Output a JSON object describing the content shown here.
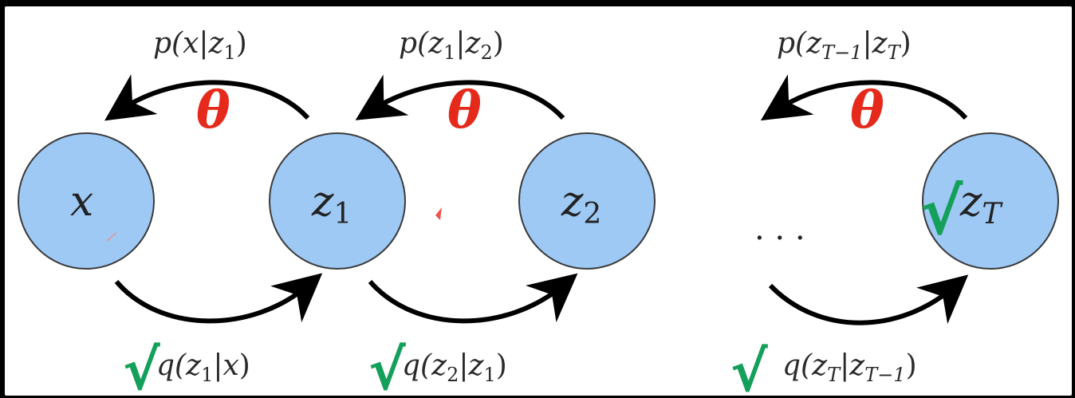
{
  "diagram": {
    "nodes": [
      {
        "id": "x",
        "label": "x",
        "sub": "",
        "checked": false
      },
      {
        "id": "z1",
        "label": "z",
        "sub": "1",
        "checked": false
      },
      {
        "id": "z2",
        "label": "z",
        "sub": "2",
        "checked": false
      },
      {
        "id": "zT",
        "label": "z",
        "sub": "T",
        "checked": true
      }
    ],
    "ellipsis": ". . .",
    "theta": "θ",
    "reverse": [
      {
        "p": "p(",
        "a": "x",
        "a_sub": "",
        "bar": "|",
        "b": "z",
        "b_sub": "1",
        "close": ")"
      },
      {
        "p": "p(",
        "a": "z",
        "a_sub": "1",
        "bar": "|",
        "b": "z",
        "b_sub": "2",
        "close": ")"
      },
      {
        "p": "p(",
        "a": "z",
        "a_sub": "T−1",
        "bar": "|",
        "b": "z",
        "b_sub": "T",
        "close": ")"
      }
    ],
    "forward": [
      {
        "q": "q(",
        "a": "z",
        "a_sub": "1",
        "bar": "|",
        "b": "x",
        "b_sub": "",
        "close": ")"
      },
      {
        "q": "q(",
        "a": "z",
        "a_sub": "2",
        "bar": "|",
        "b": "z",
        "b_sub": "1",
        "close": ")"
      },
      {
        "q": "q(",
        "a": "z",
        "a_sub": "T",
        "bar": "|",
        "b": "z",
        "b_sub": "T−1",
        "close": ")"
      }
    ],
    "check_mark": "√",
    "colors": {
      "node_fill": "#9ec9f5",
      "node_stroke": "#3b3b3b",
      "theta": "#e52a1c",
      "check": "#14a05a",
      "arrow": "#000000"
    }
  }
}
